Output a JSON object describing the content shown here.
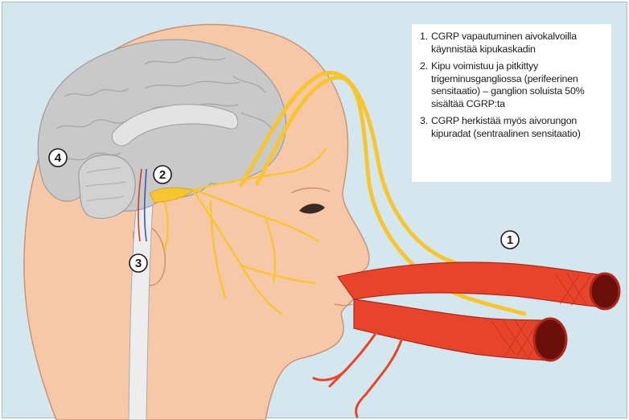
{
  "colors": {
    "background": "#d4e7ef",
    "skin": "#f7c8a8",
    "skin_outline": "#c98f70",
    "brain": "#c9c9c9",
    "brain_outline": "#9c9c9c",
    "nerve": "#f7c531",
    "artery": "#e8442c",
    "artery_dark": "#b1261a",
    "badge_border": "#1a1a1a"
  },
  "legend": {
    "items": [
      {
        "number": "1.",
        "text": "CGRP vapautuminen aivokalvoilla käynnistää kipukaskadin"
      },
      {
        "number": "2.",
        "text": "Kipu voimistuu ja pitkittyy trigeminusgangliossa (perifeerinen sensitaatio) – ganglion soluista 50% sisältää CGRP:ta"
      },
      {
        "number": "3.",
        "text": "CGRP herkistää myös aivorungon kipuradat (sentraalinen sensitaatio)"
      }
    ]
  },
  "markers": {
    "m1": "1",
    "m2": "2",
    "m3": "3",
    "m4": "4"
  }
}
